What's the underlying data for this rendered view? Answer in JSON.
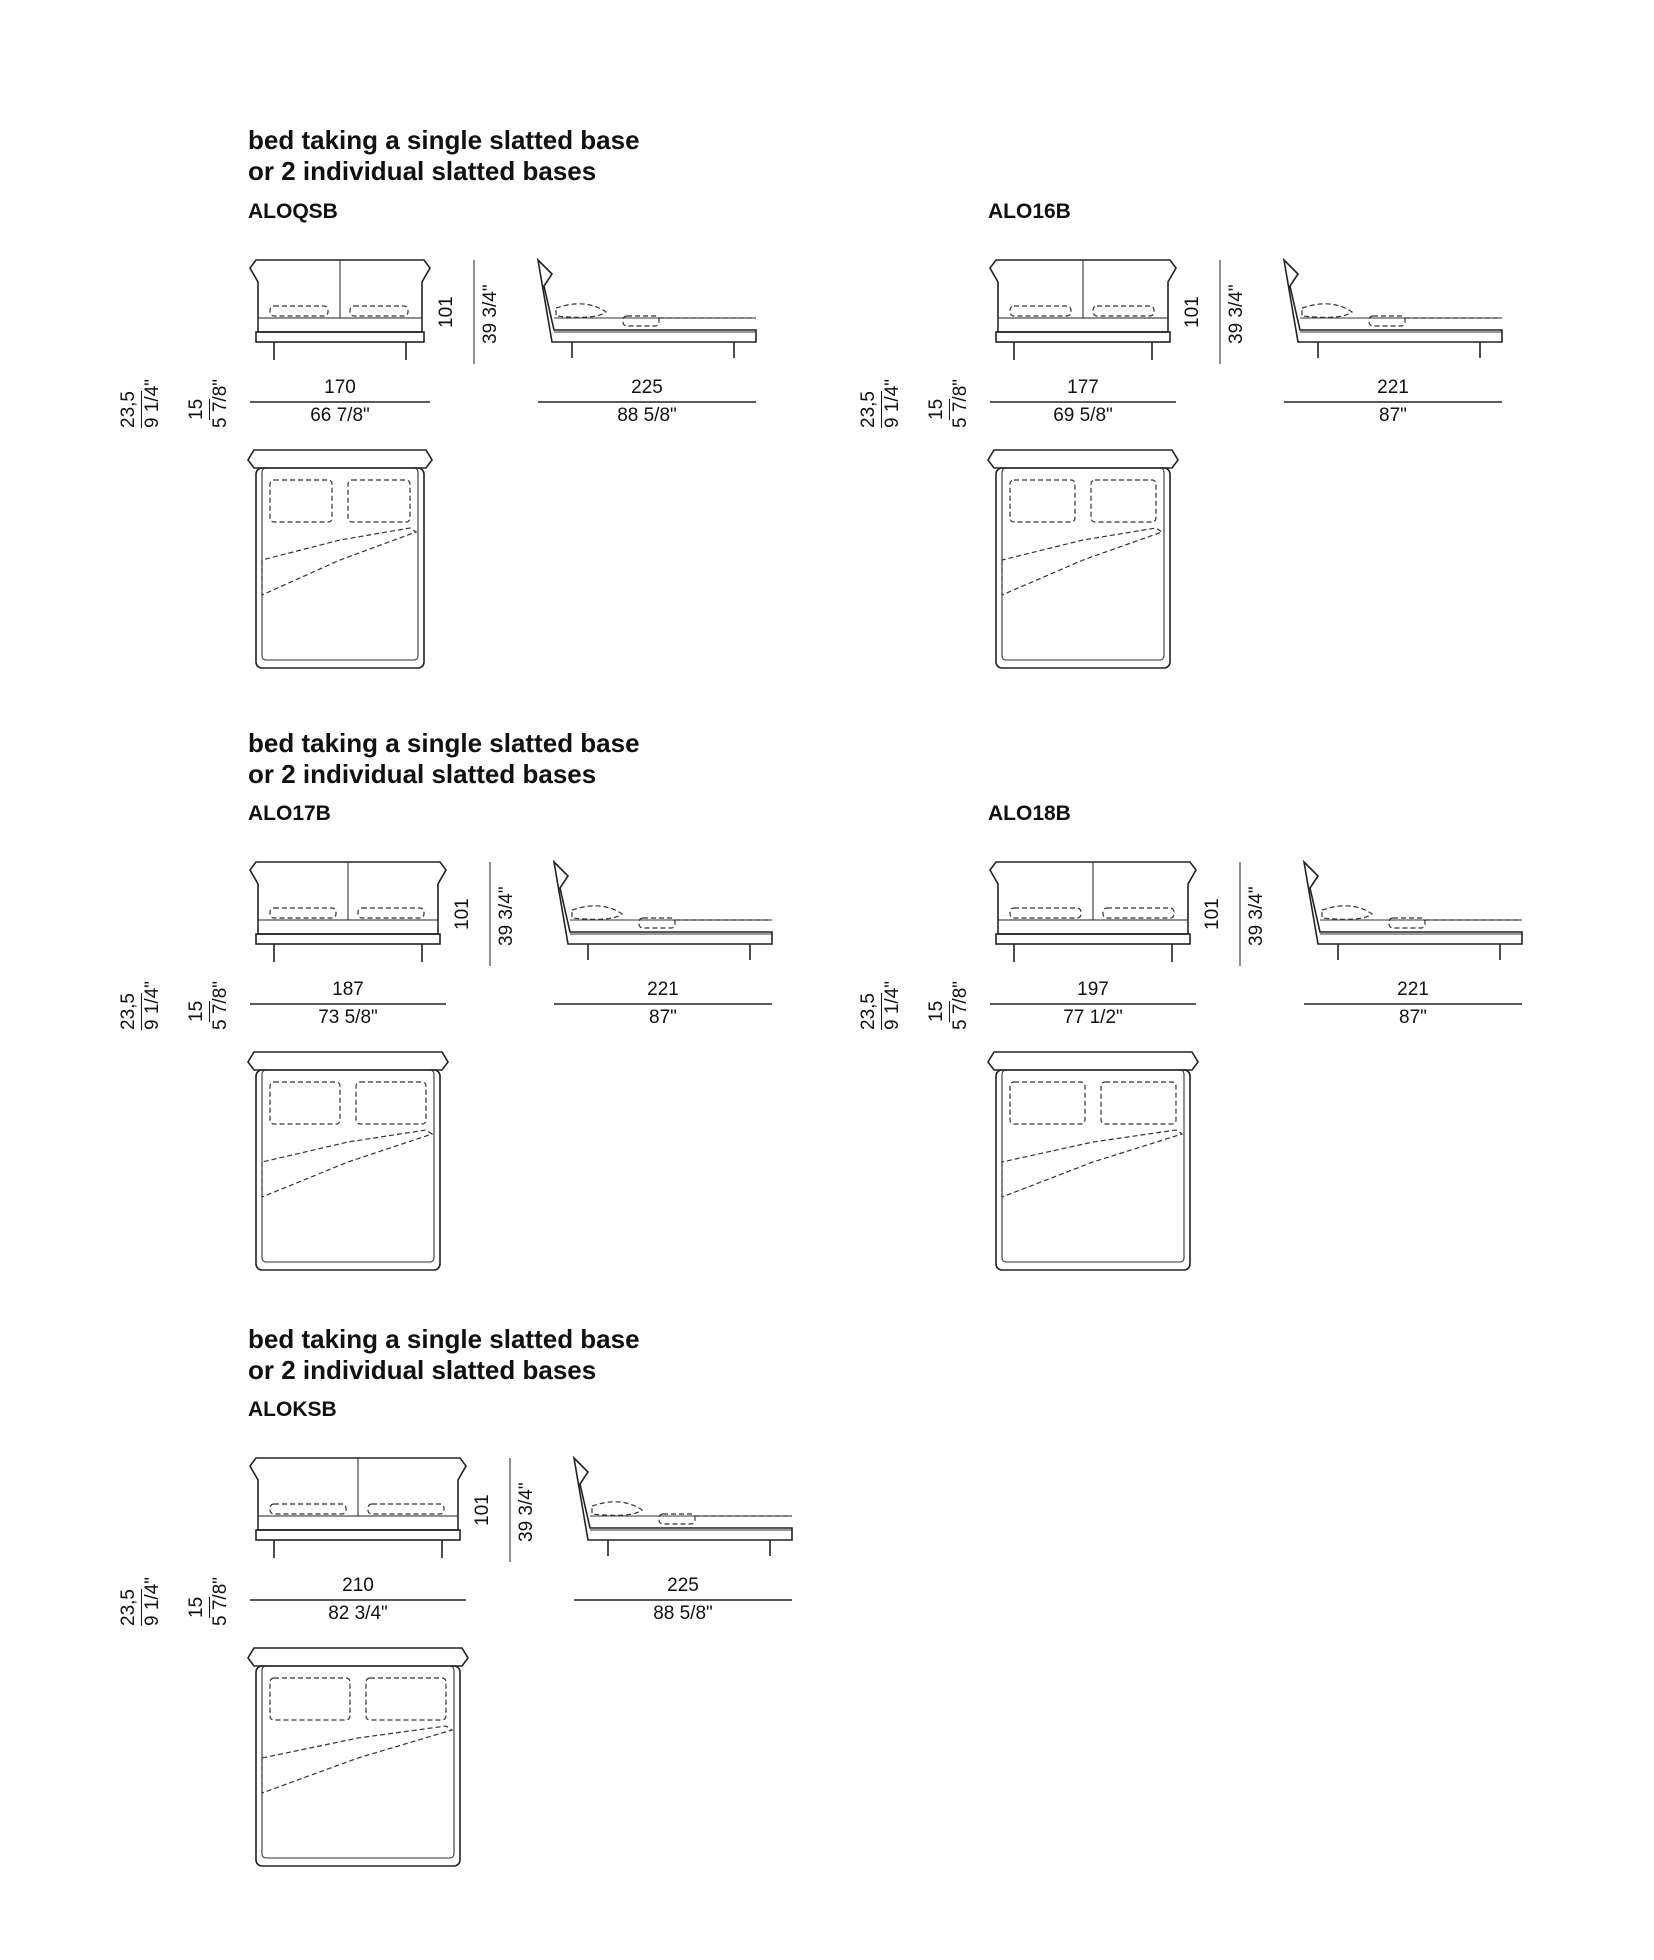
{
  "headings": [
    {
      "line1": "bed taking a single slatted base",
      "line2": "or 2 individual slatted bases"
    },
    {
      "line1": "bed taking a single slatted base",
      "line2": "or 2 individual slatted bases"
    },
    {
      "line1": "bed taking a single slatted base",
      "line2": "or 2 individual slatted bases"
    }
  ],
  "beds": [
    {
      "code": "ALOQSB",
      "height_total_cm": "23,5",
      "height_total_in": "9 1/4\"",
      "height_base_cm": "15",
      "height_base_in": "5 7/8\"",
      "headboard_cm": "101",
      "headboard_in": "39 3/4\"",
      "width_cm": "170",
      "width_in": "66 7/8\"",
      "length_cm": "225",
      "length_in": "88 5/8\""
    },
    {
      "code": "ALO16B",
      "height_total_cm": "23,5",
      "height_total_in": "9 1/4\"",
      "height_base_cm": "15",
      "height_base_in": "5 7/8\"",
      "headboard_cm": "101",
      "headboard_in": "39 3/4\"",
      "width_cm": "177",
      "width_in": "69 5/8\"",
      "length_cm": "221",
      "length_in": "87\""
    },
    {
      "code": "ALO17B",
      "height_total_cm": "23,5",
      "height_total_in": "9 1/4\"",
      "height_base_cm": "15",
      "height_base_in": "5 7/8\"",
      "headboard_cm": "101",
      "headboard_in": "39 3/4\"",
      "width_cm": "187",
      "width_in": "73 5/8\"",
      "length_cm": "221",
      "length_in": "87\""
    },
    {
      "code": "ALO18B",
      "height_total_cm": "23,5",
      "height_total_in": "9 1/4\"",
      "height_base_cm": "15",
      "height_base_in": "5 7/8\"",
      "headboard_cm": "101",
      "headboard_in": "39 3/4\"",
      "width_cm": "197",
      "width_in": "77 1/2\"",
      "length_cm": "221",
      "length_in": "87\""
    },
    {
      "code": "ALOKSB",
      "height_total_cm": "23,5",
      "height_total_in": "9 1/4\"",
      "height_base_cm": "15",
      "height_base_in": "5 7/8\"",
      "headboard_cm": "101",
      "headboard_in": "39 3/4\"",
      "width_cm": "210",
      "width_in": "82 3/4\"",
      "length_cm": "225",
      "length_in": "88 5/8\""
    }
  ]
}
